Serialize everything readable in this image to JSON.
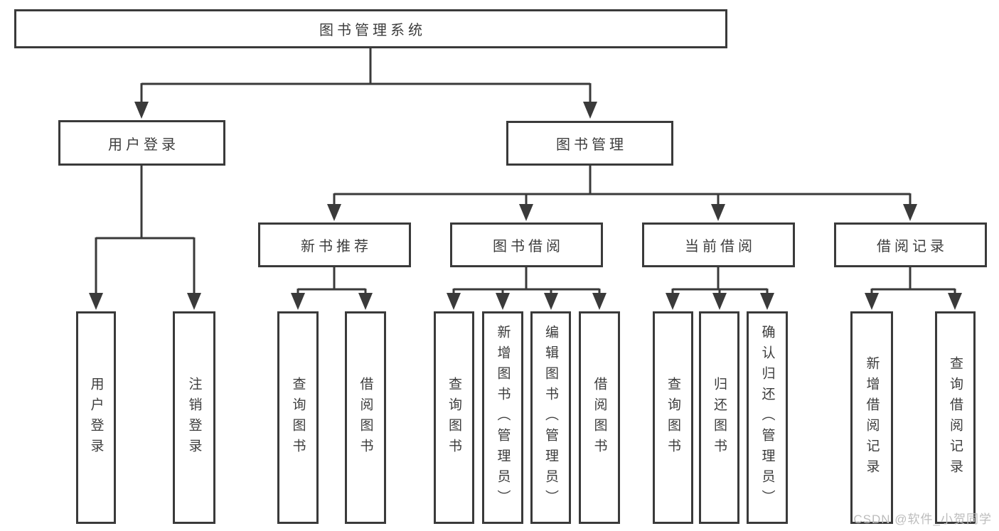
{
  "diagram_type": "hierarchy-tree",
  "tree": {
    "label": "图书管理系统",
    "children": [
      {
        "label": "用户登录",
        "children": [
          {
            "label": "用户登录"
          },
          {
            "label": "注销登录"
          }
        ]
      },
      {
        "label": "图书管理",
        "children": [
          {
            "label": "新书推荐",
            "children": [
              {
                "label": "查询图书"
              },
              {
                "label": "借阅图书"
              }
            ]
          },
          {
            "label": "图书借阅",
            "children": [
              {
                "label": "查询图书"
              },
              {
                "label": "新增图书（管理员）"
              },
              {
                "label": "编辑图书（管理员）"
              },
              {
                "label": "借阅图书"
              }
            ]
          },
          {
            "label": "当前借阅",
            "children": [
              {
                "label": "查询图书"
              },
              {
                "label": "归还图书"
              },
              {
                "label": "确认归还（管理员）"
              }
            ]
          },
          {
            "label": "借阅记录",
            "children": [
              {
                "label": "新增借阅记录"
              },
              {
                "label": "查询借阅记录"
              }
            ]
          }
        ]
      }
    ]
  },
  "watermark": "CSDN @软件_小贺同学",
  "colors": {
    "line": "#3a3a3a",
    "text": "#3d3d3d",
    "watermark": "#bcbcbc",
    "background": "#ffffff"
  }
}
